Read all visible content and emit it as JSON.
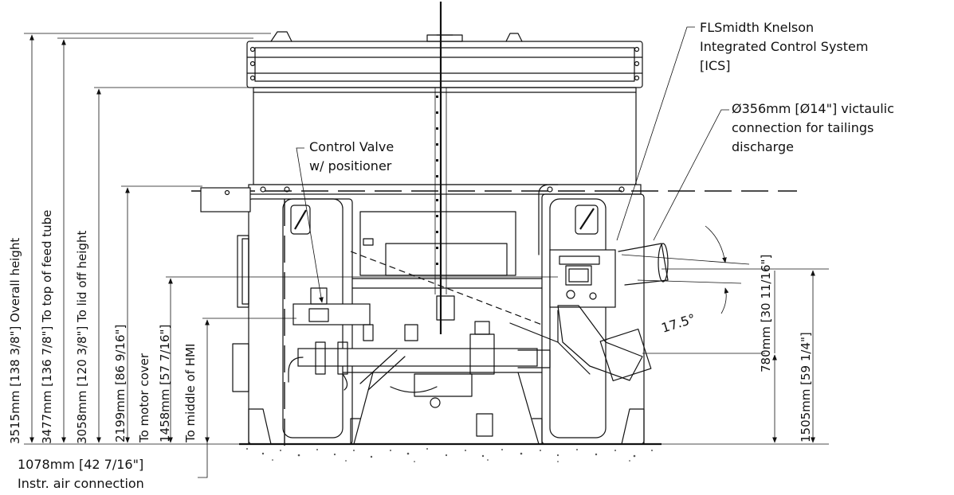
{
  "labels": {
    "ics": [
      "FLSmidth Knelson",
      "Integrated Control System",
      "[ICS]"
    ],
    "victaulic": [
      "Ø356mm [Ø14\"] victaulic",
      "connection for tailings",
      "discharge"
    ],
    "control_valve": [
      "Control Valve",
      "w/ positioner"
    ],
    "air": [
      "1078mm [42 7/16\"]",
      "Instr. air connection"
    ],
    "angle": "17.5°"
  },
  "dimensions_left": [
    {
      "text": "3515mm [138 3/8\"] Overall height"
    },
    {
      "text": "3477mm [136 7/8\"] To top of feed tube"
    },
    {
      "text": "3058mm [120 3/8\"] To lid off height"
    },
    {
      "text": "2199mm [86 9/16\"]"
    },
    {
      "text": "To motor cover"
    },
    {
      "text": "1458mm [57 7/16\"]"
    },
    {
      "text": "To middle of HMI"
    }
  ],
  "dimensions_right": [
    {
      "text": "780mm [30 11/16\"]"
    },
    {
      "text": "1505mm [59 1/4\"]"
    }
  ]
}
